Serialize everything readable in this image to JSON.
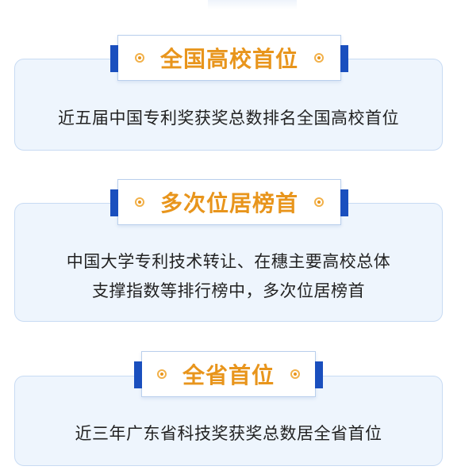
{
  "sections": [
    {
      "title": "全国高校首位",
      "lines": [
        "近五届中国专利奖获奖总数排名全国高校首位"
      ]
    },
    {
      "title": "多次位居榜首",
      "lines": [
        "中国大学专利技术转让、在穗主要高校总体",
        "支撑指数等排行榜中，多次位居榜首"
      ]
    },
    {
      "title": "全省首位",
      "lines": [
        "近三年广东省科技奖获奖总数居全省首位"
      ]
    }
  ],
  "colors": {
    "title": "#e8951c",
    "accent_bar": "#1a4fbe",
    "card_bg": "#eef5fd",
    "card_border": "#c8dbf3"
  }
}
